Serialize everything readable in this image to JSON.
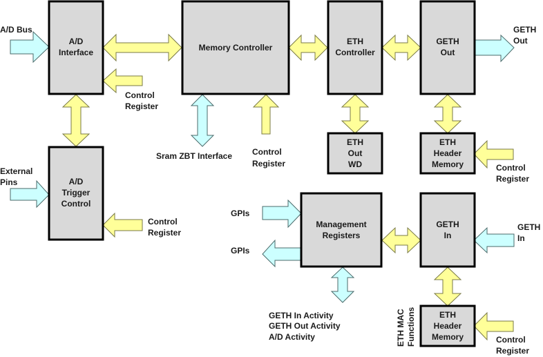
{
  "title": "A/D and Ethernet system block diagram",
  "colors": {
    "block_fill": "#d9d9d9",
    "internal_arrow": "#ffff99",
    "external_arrow": "#ccffff"
  },
  "blocks": {
    "ad_interface": [
      "A/D",
      "Interface"
    ],
    "ad_trigger": [
      "A/D",
      "Trigger",
      "Control"
    ],
    "memory_controller": [
      "Memory Controller"
    ],
    "eth_controller": [
      "ETH",
      "Controller"
    ],
    "geth_out": [
      "GETH",
      "Out"
    ],
    "eth_out_wd": [
      "ETH",
      "Out",
      "WD"
    ],
    "eth_header_memory_out": [
      "ETH",
      "Header",
      "Memory"
    ],
    "management_registers": [
      "Management",
      "Registers"
    ],
    "geth_in": [
      "GETH",
      "In"
    ],
    "eth_header_memory_in": [
      "ETH",
      "Header",
      "Memory"
    ]
  },
  "labels": {
    "ad_bus": "A/D Bus",
    "ad_interface_ctrl": [
      "Control",
      "Register"
    ],
    "external_pins": [
      "External",
      "Pins"
    ],
    "ad_trigger_ctrl": [
      "Control",
      "Register"
    ],
    "sram": "Sram ZBT Interface",
    "mem_ctrl_reg": [
      "Control",
      "Register"
    ],
    "geth_out": [
      "GETH",
      "Out"
    ],
    "header_out_ctrl": [
      "Control",
      "Register"
    ],
    "gpis_in": "GPIs",
    "gpis_out": "GPIs",
    "activity": [
      "GETH In Activity",
      "GETH Out Activity",
      "A/D Activity"
    ],
    "geth_in": [
      "GETH",
      "In"
    ],
    "eth_mac": [
      "ETH MAC",
      "Functions"
    ],
    "header_in_ctrl": [
      "Control",
      "Register"
    ]
  }
}
